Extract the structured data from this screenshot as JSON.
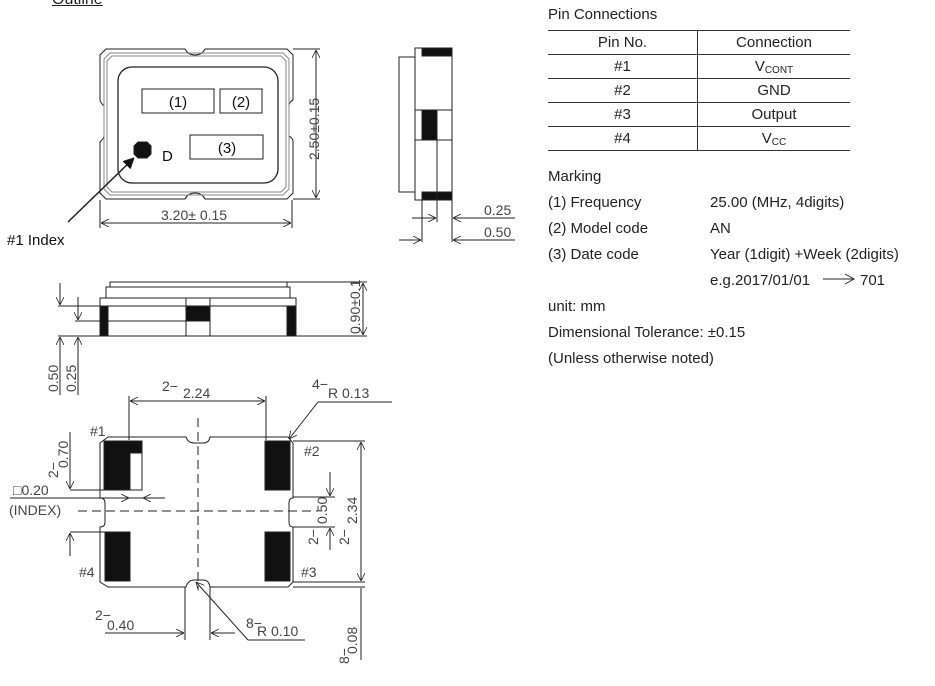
{
  "outline_title": "Outline",
  "top_view": {
    "box1": "(1)",
    "box2": "(2)",
    "box3": "(3)",
    "mark": "D",
    "index_label": "#1 Index",
    "width_dim": "3.20± 0.15",
    "height_dim": "2.50±0.15"
  },
  "side_view": {
    "dim_a": "0.25",
    "dim_b": "0.50"
  },
  "front_view": {
    "height_dim": "0.90±0.1",
    "dim_a": "0.50",
    "dim_b": "0.25"
  },
  "bottom_view": {
    "pad_pitch": "2.24",
    "pad_pitch_prefix": "2−",
    "corner_radius": "R 0.13",
    "corner_radius_prefix": "4−",
    "pad_height": "0.70",
    "pad_height_prefix": "2−",
    "index_size": "□0.20",
    "index_label": "(INDEX)",
    "notch_height": "0.50",
    "notch_prefix": "2−",
    "vertical_pitch": "2.34",
    "vertical_prefix": "2−",
    "notch_width": "0.40",
    "notch_width_prefix": "2−",
    "notch_radius": "R 0.10",
    "notch_radius_prefix": "8−",
    "edge": "0.08",
    "edge_prefix": "8−",
    "pins": [
      "#1",
      "#2",
      "#3",
      "#4"
    ]
  },
  "pin_connections": {
    "title": "Pin Connections",
    "headers": [
      "Pin No.",
      "Connection"
    ],
    "rows": [
      {
        "pin": "#1",
        "conn_main": "V",
        "conn_sub": "CONT"
      },
      {
        "pin": "#2",
        "conn_main": "GND",
        "conn_sub": ""
      },
      {
        "pin": "#3",
        "conn_main": "Output",
        "conn_sub": ""
      },
      {
        "pin": "#4",
        "conn_main": "V",
        "conn_sub": "CC"
      }
    ]
  },
  "marking": {
    "title": "Marking",
    "items": [
      {
        "label": "(1) Frequency",
        "value": "25.00 (MHz, 4digits)"
      },
      {
        "label": "(2) Model code",
        "value": "AN"
      },
      {
        "label": "(3) Date code",
        "value": "Year (1digit) +Week (2digits)"
      }
    ],
    "example_left": "e.g.2017/01/01",
    "example_right": "701"
  },
  "notes": [
    "unit: mm",
    "Dimensional Tolerance: ±0.15",
    "(Unless otherwise noted)"
  ]
}
